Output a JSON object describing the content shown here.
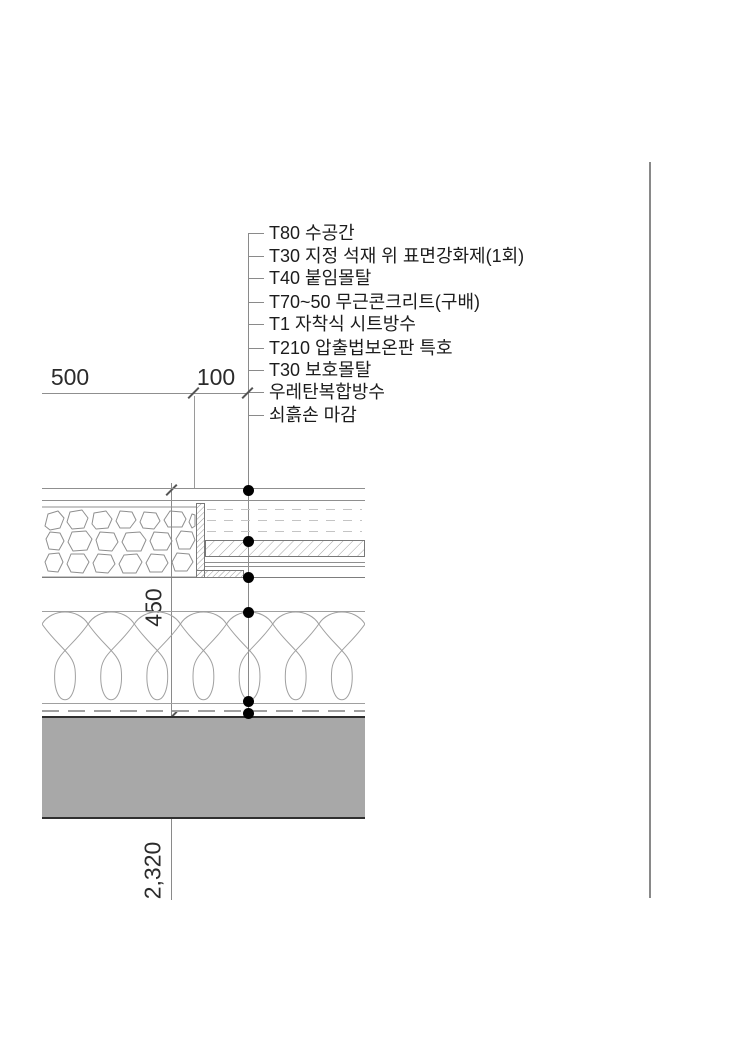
{
  "drawing": {
    "title": "floor-waterproofing-construction-detail",
    "callouts": {
      "items": [
        {
          "label": "T80 수공간"
        },
        {
          "label": "T30 지정 석재 위 표면강화제(1회)"
        },
        {
          "label": "T40 붙임몰탈"
        },
        {
          "label": "T70~50 무근콘크리트(구배)"
        },
        {
          "label": "T1 자착식 시트방수"
        },
        {
          "label": "T210 압출법보온판 특호"
        },
        {
          "label": "T30 보호몰탈"
        },
        {
          "label": "우레탄복합방수"
        },
        {
          "label": "쇠흙손 마감"
        }
      ]
    },
    "dimensions": {
      "horizontal": [
        {
          "label": "500"
        },
        {
          "label": "100"
        }
      ],
      "vertical": [
        {
          "label": "450"
        },
        {
          "label": "2,320"
        }
      ]
    },
    "colors": {
      "slab_fill": "#a8a8a8",
      "line_gray": "#8a8a8a",
      "dark_edge": "#2f2f2f",
      "text": "#1c1c1c",
      "leader_dot": "#000000"
    }
  }
}
